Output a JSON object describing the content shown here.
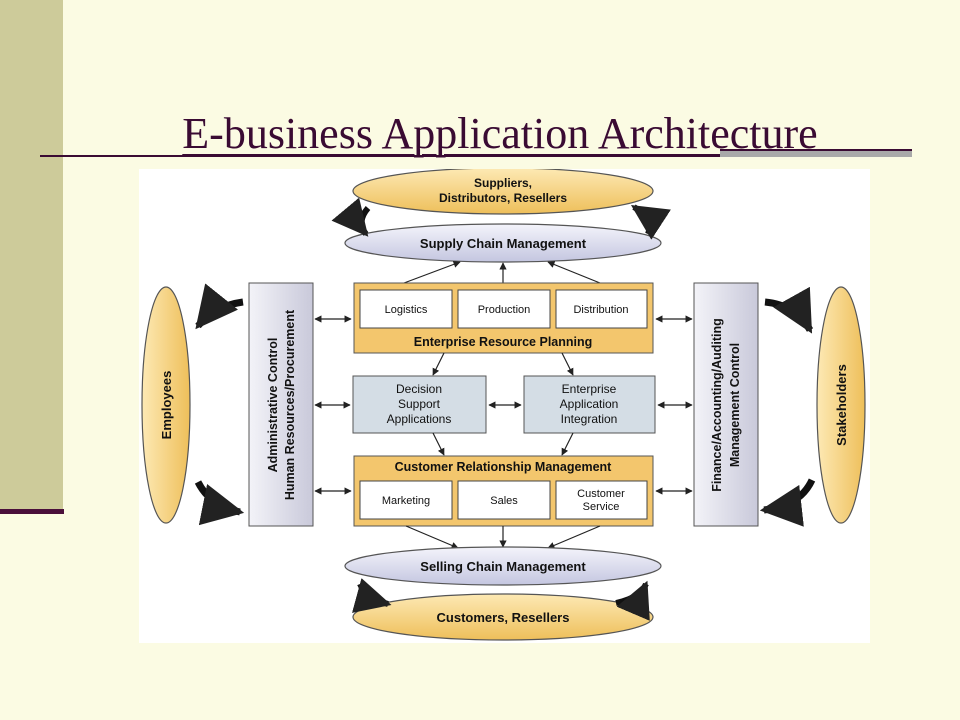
{
  "slide": {
    "title": "E-business Application Architecture"
  },
  "diagram": {
    "suppliers": [
      "Suppliers,",
      "Distributors, Resellers"
    ],
    "supply_chain": "Supply Chain Management",
    "erp": {
      "modules": [
        "Logistics",
        "Production",
        "Distribution"
      ],
      "label": "Enterprise Resource Planning"
    },
    "dss": [
      "Decision",
      "Support",
      "Applications"
    ],
    "eai": [
      "Enterprise",
      "Application",
      "Integration"
    ],
    "crm": {
      "label": "Customer Relationship Management",
      "modules": [
        "Marketing",
        "Sales"
      ],
      "customer_service": [
        "Customer",
        "Service"
      ]
    },
    "selling_chain": "Selling Chain Management",
    "customers": "Customers, Resellers",
    "left_panel": [
      "Administrative Control",
      "Human Resources/Procurement"
    ],
    "right_panel": [
      "Finance/Accounting/Auditing",
      "Management Control"
    ],
    "employees": "Employees",
    "stakeholders": "Stakeholders",
    "colors": {
      "oval_gold": "#f2cf7c",
      "oval_lavender": "#dcdcf0",
      "box_gold": "#f3c66d",
      "box_blue": "#d4dde5",
      "panel": "#dddde8"
    }
  }
}
